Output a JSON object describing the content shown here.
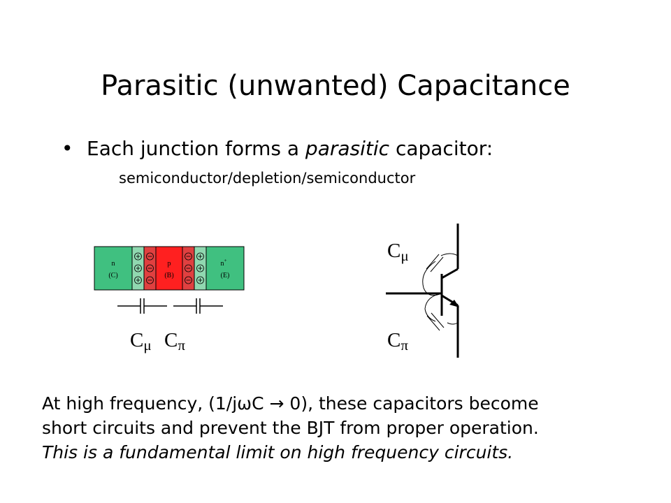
{
  "slide": {
    "title": "Parasitic (unwanted) Capacitance",
    "bullet": {
      "pre": "Each junction forms a ",
      "emph": "parasitic",
      "post": " capacitor:"
    },
    "subtext": "semiconductor/depletion/semiconductor",
    "bottom": {
      "line1": "At high frequency, (1/jωC  → 0), these capacitors become",
      "line2": "short circuits and prevent the BJT from proper operation.",
      "line3": "This is a fundamental limit on high frequency circuits."
    }
  },
  "junction": {
    "regions": [
      {
        "label": "n",
        "sub": "(C)"
      },
      {
        "label": "p",
        "sub": "(B)"
      },
      {
        "label": "n",
        "sup": "+",
        "sub": "(E)"
      }
    ],
    "cap_labels": {
      "c_mu": "C",
      "c_mu_sub": "μ",
      "c_pi": "C",
      "c_pi_sub": "π"
    },
    "colors": {
      "neutral": "#40c080",
      "depletion_left": "#90d8b0",
      "base": "#ff2020",
      "depletion_right": "#e04040"
    }
  },
  "transistor": {
    "cap_labels": {
      "c_mu": "C",
      "c_mu_sub": "μ",
      "c_pi": "C",
      "c_pi_sub": "π"
    }
  }
}
